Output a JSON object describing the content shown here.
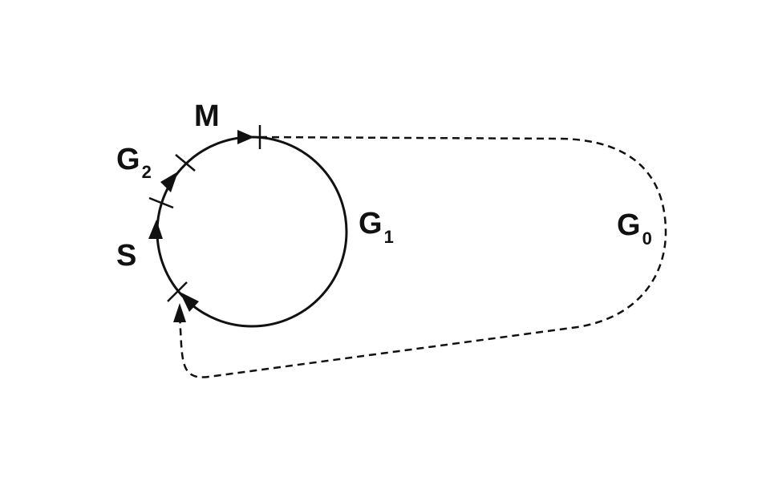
{
  "diagram": {
    "labels": {
      "M": "M",
      "G2": {
        "base": "G",
        "sub": "2"
      },
      "S": "S",
      "G1": {
        "base": "G",
        "sub": "1"
      },
      "G0": {
        "base": "G",
        "sub": "0"
      }
    },
    "colors": {
      "stroke": "#111111",
      "background": "#ffffff"
    }
  }
}
